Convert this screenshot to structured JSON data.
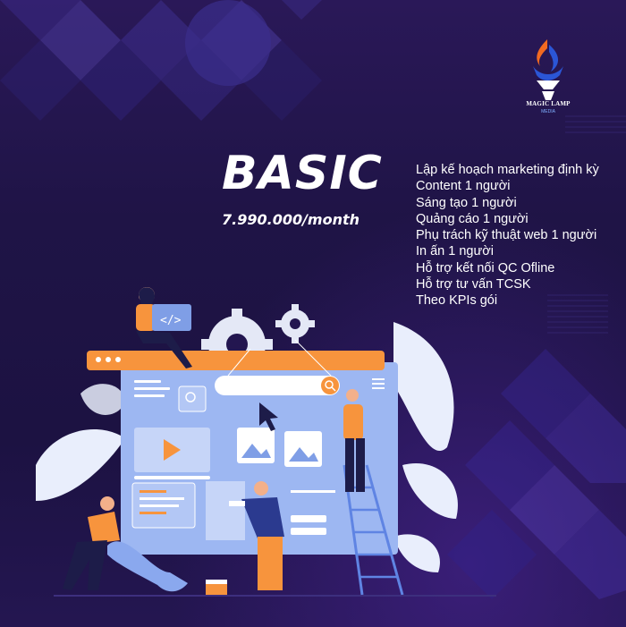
{
  "brand": {
    "logo_text": "MAGIC LAMP",
    "logo_sub": "MEDIA",
    "colors": {
      "blue": "#2b56d6",
      "orange": "#f26a21",
      "white": "#ffffff"
    }
  },
  "plan": {
    "name": "BASIC",
    "price": "7.990.000/month"
  },
  "features": [
    "Lập kế hoạch marketing định kỳ",
    "Content 1 người",
    "Sáng tạo 1 người",
    "Quảng cáo 1 người",
    "Phụ trách kỹ thuật web 1 người",
    "In ấn 1 người",
    "Hỗ trợ kết nối QC Ofline",
    "Hỗ trợ tư vấn TCSK",
    "Theo KPIs gói"
  ],
  "theme": {
    "background": "#1f1446",
    "accent": "#f7943d",
    "panel": "#9db7f2"
  }
}
